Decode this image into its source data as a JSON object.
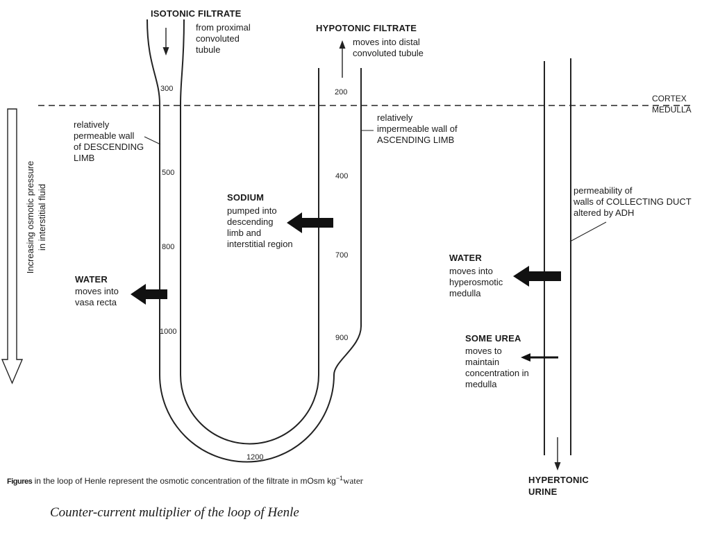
{
  "diagram": {
    "title": "Counter-current multiplier of the loop of Henle",
    "zones": {
      "cortex": "CORTEX",
      "medulla": "MEDULLA"
    },
    "gradient_label": "Increasing osmotic pressure\nin interstitial fluid",
    "inflow": {
      "heading": "ISOTONIC FILTRATE",
      "text": "from proximal\nconvoluted\ntubule"
    },
    "outflow": {
      "heading": "HYPOTONIC FILTRATE",
      "text": "moves into distal\nconvoluted tubule"
    },
    "descending_wall_label": "relatively\npermeable wall\nof DESCENDING\nLIMB",
    "ascending_wall_label": "relatively\nimpermeable wall of\nASCENDING LIMB",
    "collecting_duct_label": "permeability of\nwalls of COLLECTING DUCT\naltered by ADH",
    "sodium": {
      "heading": "SODIUM",
      "text": "pumped into\ndescending\nlimb and\ninterstitial region"
    },
    "water_loop": {
      "heading": "WATER",
      "text": "moves into\nvasa recta"
    },
    "water_duct": {
      "heading": "WATER",
      "text": "moves into\nhyperosmotic\nmedulla"
    },
    "urea": {
      "heading": "SOME UREA",
      "text": "moves to\nmaintain\nconcentration in\nmedulla"
    },
    "outlet": {
      "heading": "HYPERTONIC\nURINE"
    },
    "osmolarity": {
      "descending": [
        "300",
        "500",
        "800",
        "1000"
      ],
      "bottom": "1200",
      "ascending": [
        "200",
        "400",
        "700",
        "900"
      ]
    },
    "caption": {
      "prefix": "Figures",
      "text": " in the loop of Henle represent the osmotic concentration of the filtrate in mOsm kg",
      "superscript": "−1",
      "suffix": "water"
    }
  }
}
